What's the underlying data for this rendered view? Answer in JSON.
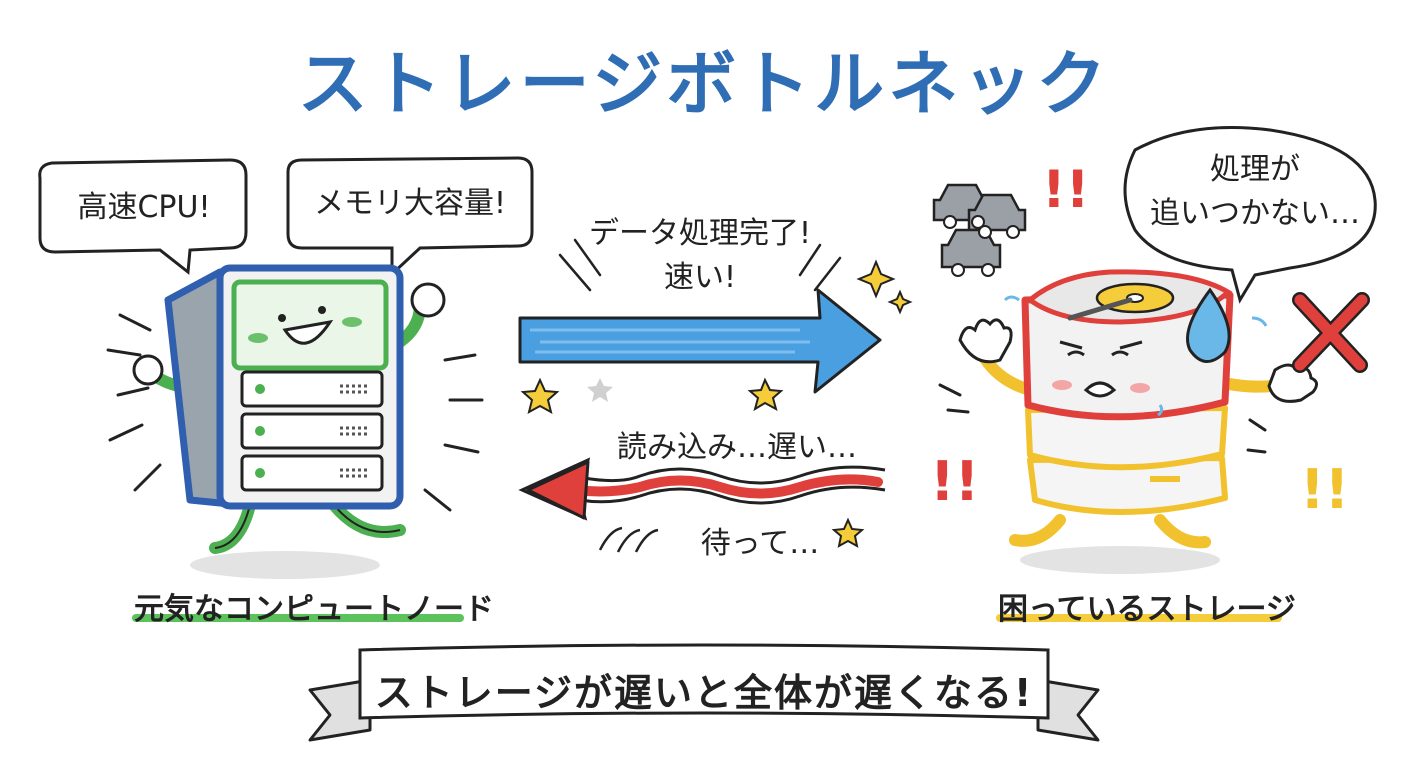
{
  "title": "ストレージボトルネック",
  "compute": {
    "bubble_cpu": "高速CPU!",
    "bubble_memory": "メモリ大容量!",
    "label": "元気なコンピュートノード"
  },
  "transfer": {
    "fast_line1": "データ処理完了!",
    "fast_line2": "速い!",
    "slow_read": "読み込み…遅い…",
    "slow_wait": "待って…"
  },
  "storage": {
    "bubble_line1": "処理が",
    "bubble_line2": "追いつかない…",
    "label": "困っているストレージ",
    "exclaim": "!!"
  },
  "banner": "ストレージが遅いと全体が遅くなる!",
  "colors": {
    "title": "#2f6db5",
    "compute_frame": "#2f5fae",
    "compute_screen": "#4caf50",
    "fast_arrow": "#4a9fe0",
    "slow_arrow": "#e0403c",
    "storage_red": "#e0403c",
    "storage_yellow": "#f2c12e",
    "underline_green": "#5cc35c",
    "underline_yellow": "#f5cd3a"
  }
}
